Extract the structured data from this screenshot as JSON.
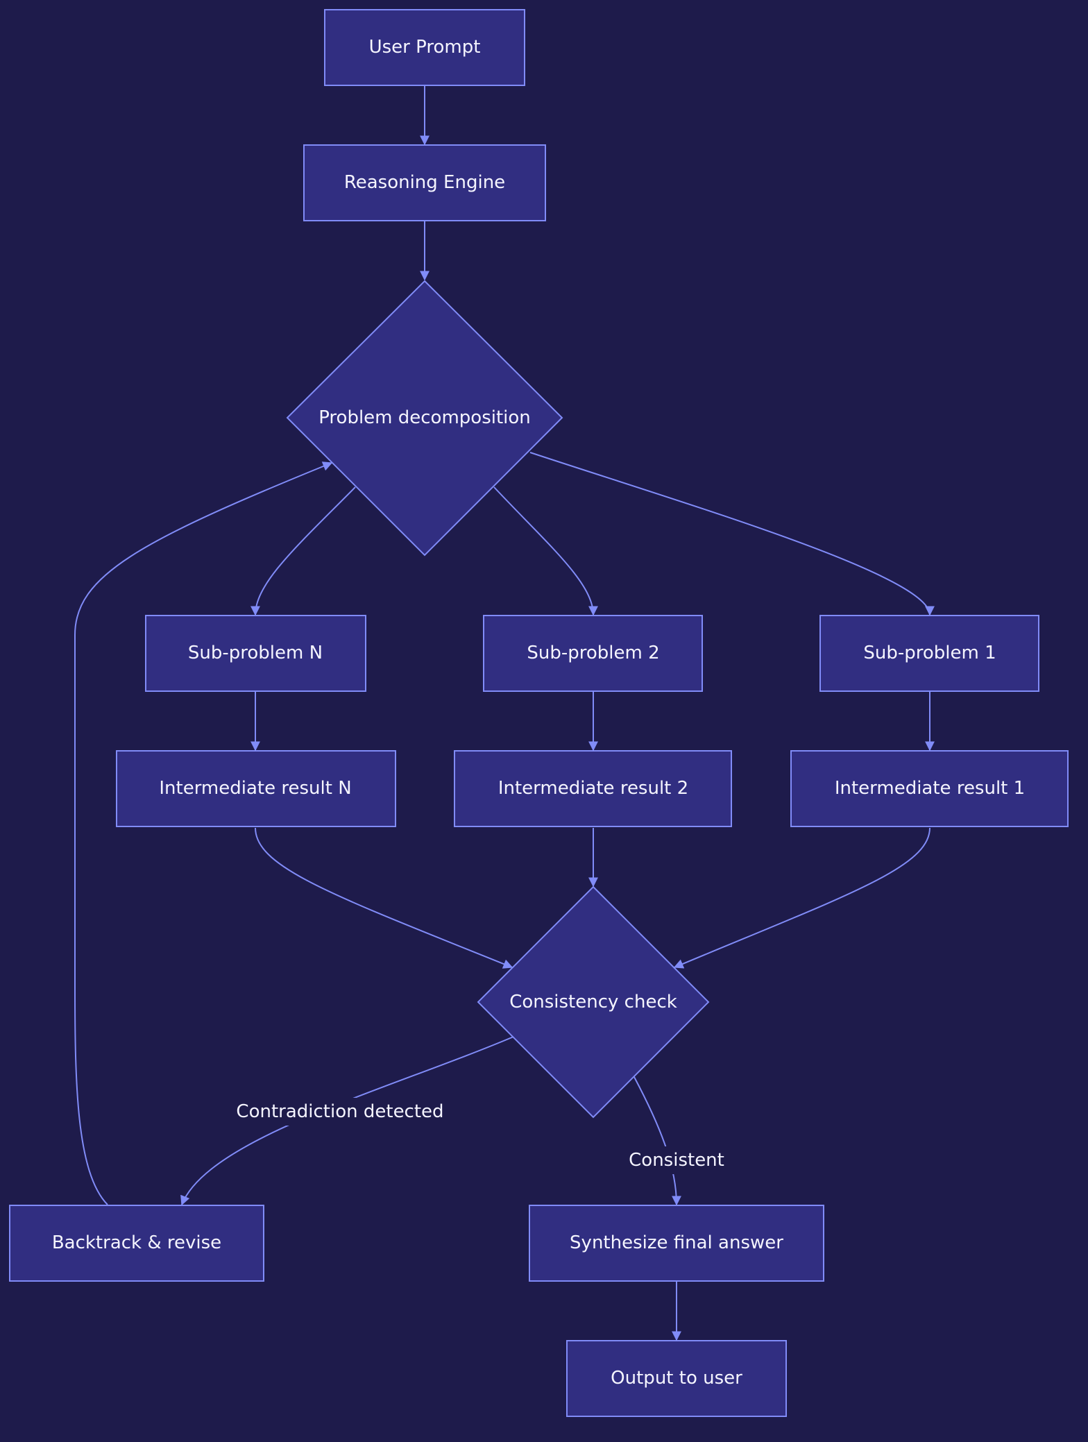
{
  "diagram": {
    "nodes": {
      "user_prompt": "User Prompt",
      "reasoning_engine": "Reasoning Engine",
      "problem_decomposition": "Problem decomposition",
      "sub_problem_n": "Sub-problem N",
      "sub_problem_2": "Sub-problem 2",
      "sub_problem_1": "Sub-problem 1",
      "intermediate_result_n": "Intermediate result N",
      "intermediate_result_2": "Intermediate result 2",
      "intermediate_result_1": "Intermediate result 1",
      "consistency_check": "Consistency check",
      "backtrack_revise": "Backtrack & revise",
      "synthesize_final_answer": "Synthesize final answer",
      "output_to_user": "Output to user"
    },
    "edge_labels": {
      "contradiction_detected": "Contradiction detected",
      "consistent": "Consistent"
    },
    "colors": {
      "background": "#1e1b4b",
      "node_fill": "#312e81",
      "node_stroke": "#818cf8",
      "edge": "#818cf8",
      "text": "#f5f5ff"
    }
  }
}
